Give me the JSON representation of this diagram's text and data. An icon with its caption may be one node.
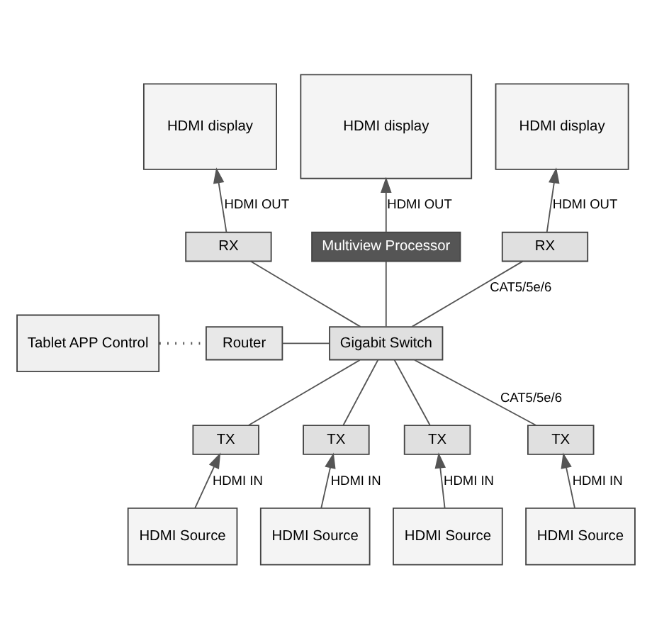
{
  "diagram": {
    "nodes": [
      {
        "text": [
          "HDMI display"
        ]
      },
      {
        "text": [
          "HDMI display"
        ]
      },
      {
        "text": [
          "HDMI display"
        ]
      },
      {
        "text": [
          "RX"
        ]
      },
      {
        "text": [
          "Multiview Processor"
        ]
      },
      {
        "text": [
          "RX"
        ]
      },
      {
        "text": [
          "Tablet APP Control"
        ]
      },
      {
        "text": [
          "Router"
        ]
      },
      {
        "text": [
          "Gigabit Switch"
        ]
      },
      {
        "text": [
          "TX"
        ]
      },
      {
        "text": [
          "TX"
        ]
      },
      {
        "text": [
          "TX"
        ]
      },
      {
        "text": [
          "TX"
        ]
      },
      {
        "text": [
          "HDMI Source"
        ]
      },
      {
        "text": [
          "HDMI Source"
        ]
      },
      {
        "text": [
          "HDMI Source"
        ]
      },
      {
        "text": [
          "HDMI Source"
        ]
      }
    ],
    "edges": [
      {
        "from": 3,
        "to": 0,
        "arrow": "to",
        "label": "HDMI OUT"
      },
      {
        "from": 4,
        "to": 1,
        "arrow": "to",
        "label": "HDMI OUT"
      },
      {
        "from": 5,
        "to": 2,
        "arrow": "to",
        "label": "HDMI OUT"
      },
      {
        "from": 8,
        "to": 3,
        "arrow": "none"
      },
      {
        "from": 8,
        "to": 4,
        "arrow": "none"
      },
      {
        "from": 8,
        "to": 5,
        "arrow": "none",
        "label": "CAT5/5e/6"
      },
      {
        "from": 6,
        "to": 7,
        "arrow": "none",
        "style": "dashed"
      },
      {
        "from": 7,
        "to": 8,
        "arrow": "none"
      },
      {
        "from": 9,
        "to": 8,
        "arrow": "none"
      },
      {
        "from": 10,
        "to": 8,
        "arrow": "none"
      },
      {
        "from": 11,
        "to": 8,
        "arrow": "none"
      },
      {
        "from": 12,
        "to": 8,
        "arrow": "none",
        "label": "CAT5/5e/6"
      },
      {
        "from": 13,
        "to": 9,
        "arrow": "to",
        "label": "HDMI IN"
      },
      {
        "from": 14,
        "to": 10,
        "arrow": "to",
        "label": "HDMI IN"
      },
      {
        "from": 15,
        "to": 11,
        "arrow": "to",
        "label": "HDMI IN"
      },
      {
        "from": 16,
        "to": 12,
        "arrow": "to",
        "label": "HDMI IN"
      }
    ]
  }
}
